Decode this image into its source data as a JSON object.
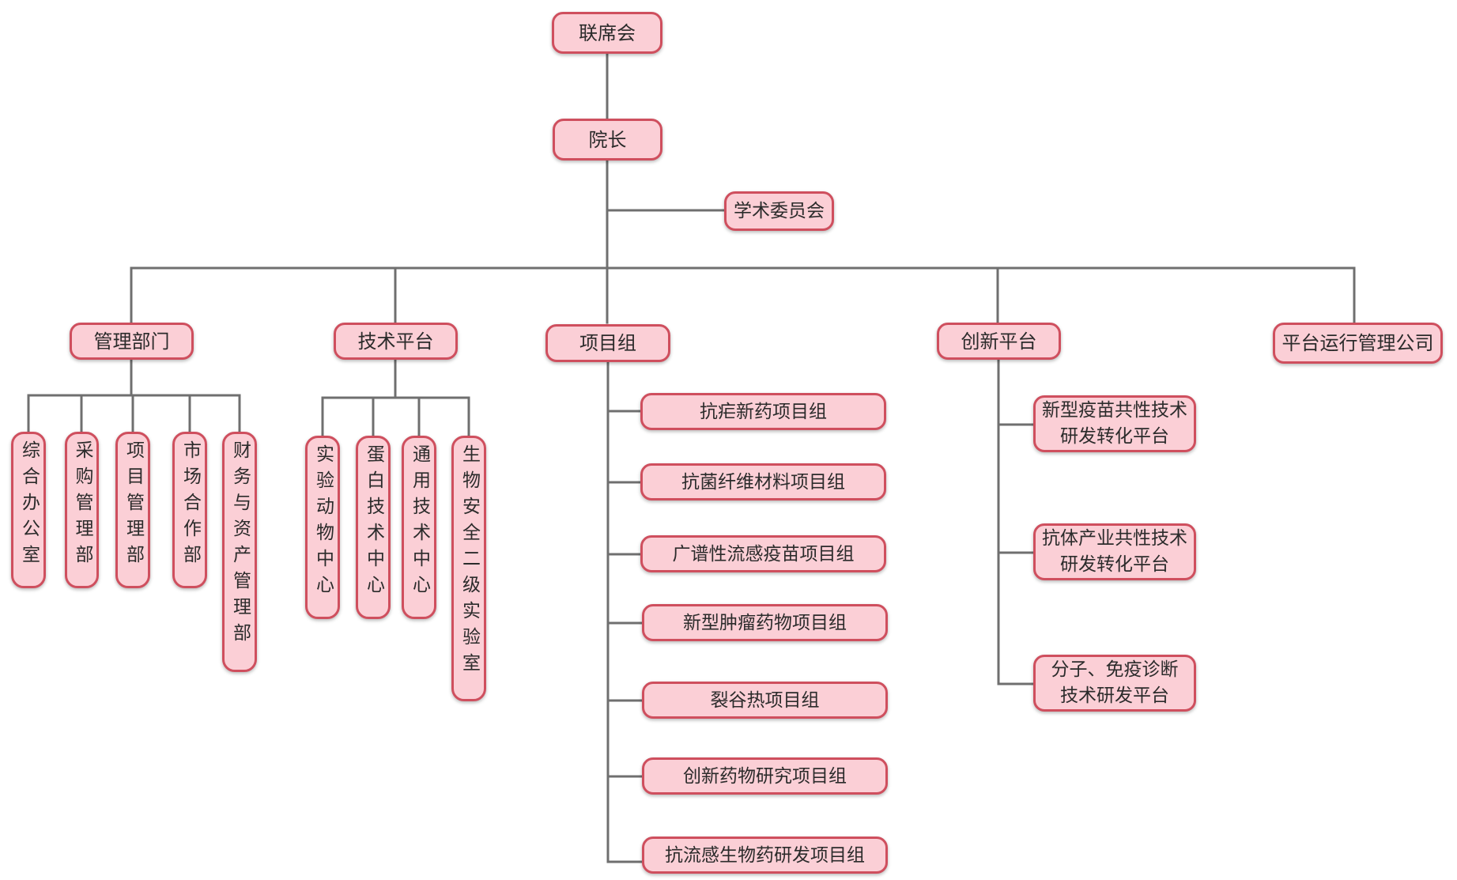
{
  "root": {
    "label": "联席会"
  },
  "president": {
    "label": "院长"
  },
  "academic_committee": {
    "label": "学术委员会"
  },
  "branches": {
    "management": {
      "label": "管理部门",
      "children": [
        "综合办公室",
        "采购管理部",
        "项目管理部",
        "市场合作部",
        "财务与资产管理部"
      ]
    },
    "tech_platform": {
      "label": "技术平台",
      "children": [
        "实验动物中心",
        "蛋白技术中心",
        "通用技术中心",
        "生物安全二级实验室"
      ]
    },
    "project_groups": {
      "label": "项目组",
      "children": [
        "抗疟新药项目组",
        "抗菌纤维材料项目组",
        "广谱性流感疫苗项目组",
        "新型肿瘤药物项目组",
        "裂谷热项目组",
        "创新药物研究项目组",
        "抗流感生物药研发项目组"
      ]
    },
    "innovation_platform": {
      "label": "创新平台",
      "children": [
        "新型疫苗共性技术\n研发转化平台",
        "抗体产业共性技术\n研发转化平台",
        "分子、免疫诊断\n技术研发平台"
      ]
    },
    "operation_company": {
      "label": "平台运行管理公司"
    }
  },
  "colors": {
    "node_fill": "#fbcfd6",
    "node_border": "#cf4f5e",
    "connector": "#6f6f6f"
  }
}
